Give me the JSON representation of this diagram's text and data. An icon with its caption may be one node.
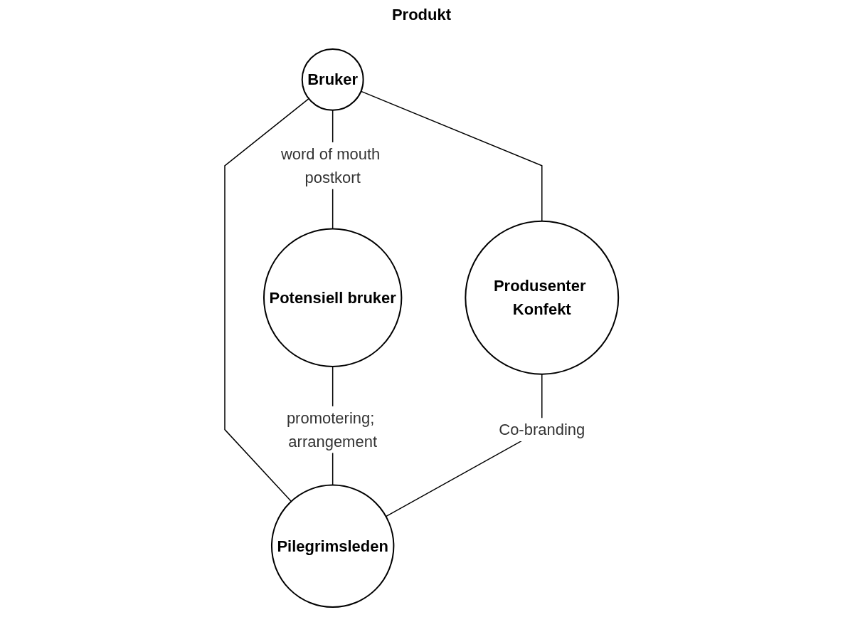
{
  "diagram": {
    "nodes": [
      {
        "text": [
          "Bruker"
        ]
      },
      {
        "text": [
          "Potensiell bruker"
        ]
      },
      {
        "text": [
          "Produsenter Konfekt"
        ]
      },
      {
        "text": [
          "Pilegrimsleden"
        ]
      }
    ],
    "edges": [
      {
        "from": 0,
        "to": 1,
        "arrow": "none",
        "label": "word of mouth postkort"
      },
      {
        "from": 0,
        "to": 2,
        "arrow": "none"
      },
      {
        "from": 0,
        "to": 3,
        "arrow": "none"
      },
      {
        "from": 1,
        "to": 3,
        "arrow": "none",
        "label": "promotering; arrangement"
      },
      {
        "from": 2,
        "to": 3,
        "arrow": "none",
        "label": "Co-branding"
      }
    ],
    "labels": [
      "Produkt"
    ]
  }
}
